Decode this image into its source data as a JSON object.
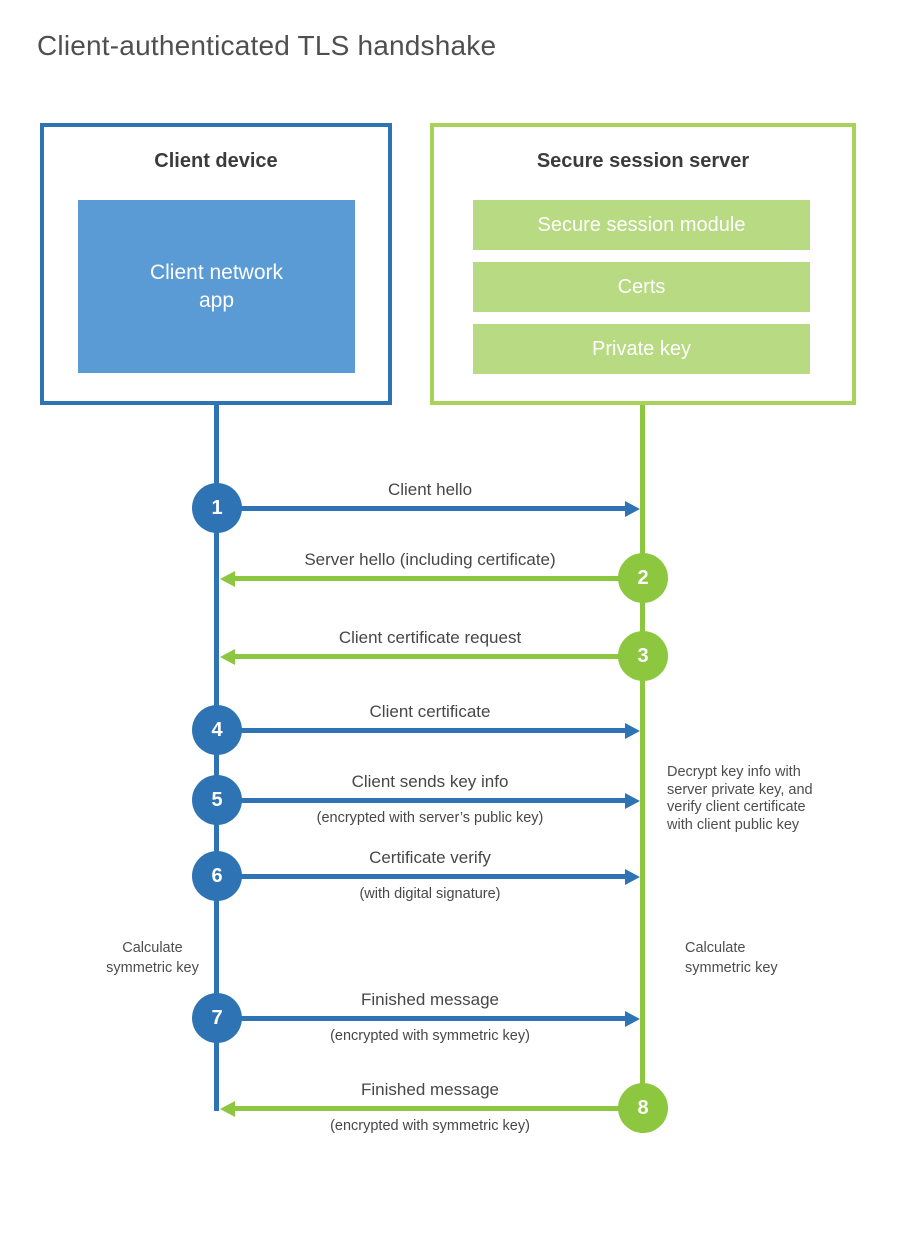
{
  "title": "Client-authenticated TLS handshake",
  "client_box": {
    "title": "Client device",
    "app": "Client network app"
  },
  "server_box": {
    "title": "Secure session server",
    "modules": [
      "Secure session module",
      "Certs",
      "Private key"
    ]
  },
  "messages": [
    {
      "step": "1",
      "direction": "client-to-server",
      "label": "Client hello",
      "sub": ""
    },
    {
      "step": "2",
      "direction": "server-to-client",
      "label": "Server hello (including certificate)",
      "sub": ""
    },
    {
      "step": "3",
      "direction": "server-to-client",
      "label": "Client certificate request",
      "sub": ""
    },
    {
      "step": "4",
      "direction": "client-to-server",
      "label": "Client certificate",
      "sub": ""
    },
    {
      "step": "5",
      "direction": "client-to-server",
      "label": "Client sends key info",
      "sub": "(encrypted with server’s public key)"
    },
    {
      "step": "6",
      "direction": "client-to-server",
      "label": "Certificate verify",
      "sub": "(with digital signature)"
    },
    {
      "step": "7",
      "direction": "client-to-server",
      "label": "Finished message",
      "sub": "(encrypted with symmetric key)"
    },
    {
      "step": "8",
      "direction": "server-to-client",
      "label": "Finished message",
      "sub": "(encrypted with symmetric key)"
    }
  ],
  "annotations": {
    "decrypt_note": "Decrypt key info with server private key, and verify client certificate with client public key",
    "calculate_left": "Calculate symmetric key",
    "calculate_right": "Calculate symmetric key"
  },
  "colors": {
    "client_blue": "#2e74b5",
    "client_fill_blue": "#5b9bd5",
    "server_green": "#8dc63f",
    "server_border_green": "#a8d25c",
    "server_fill_green": "#b7da82",
    "title_gray": "#4f4f4f",
    "text_gray": "#474747"
  }
}
